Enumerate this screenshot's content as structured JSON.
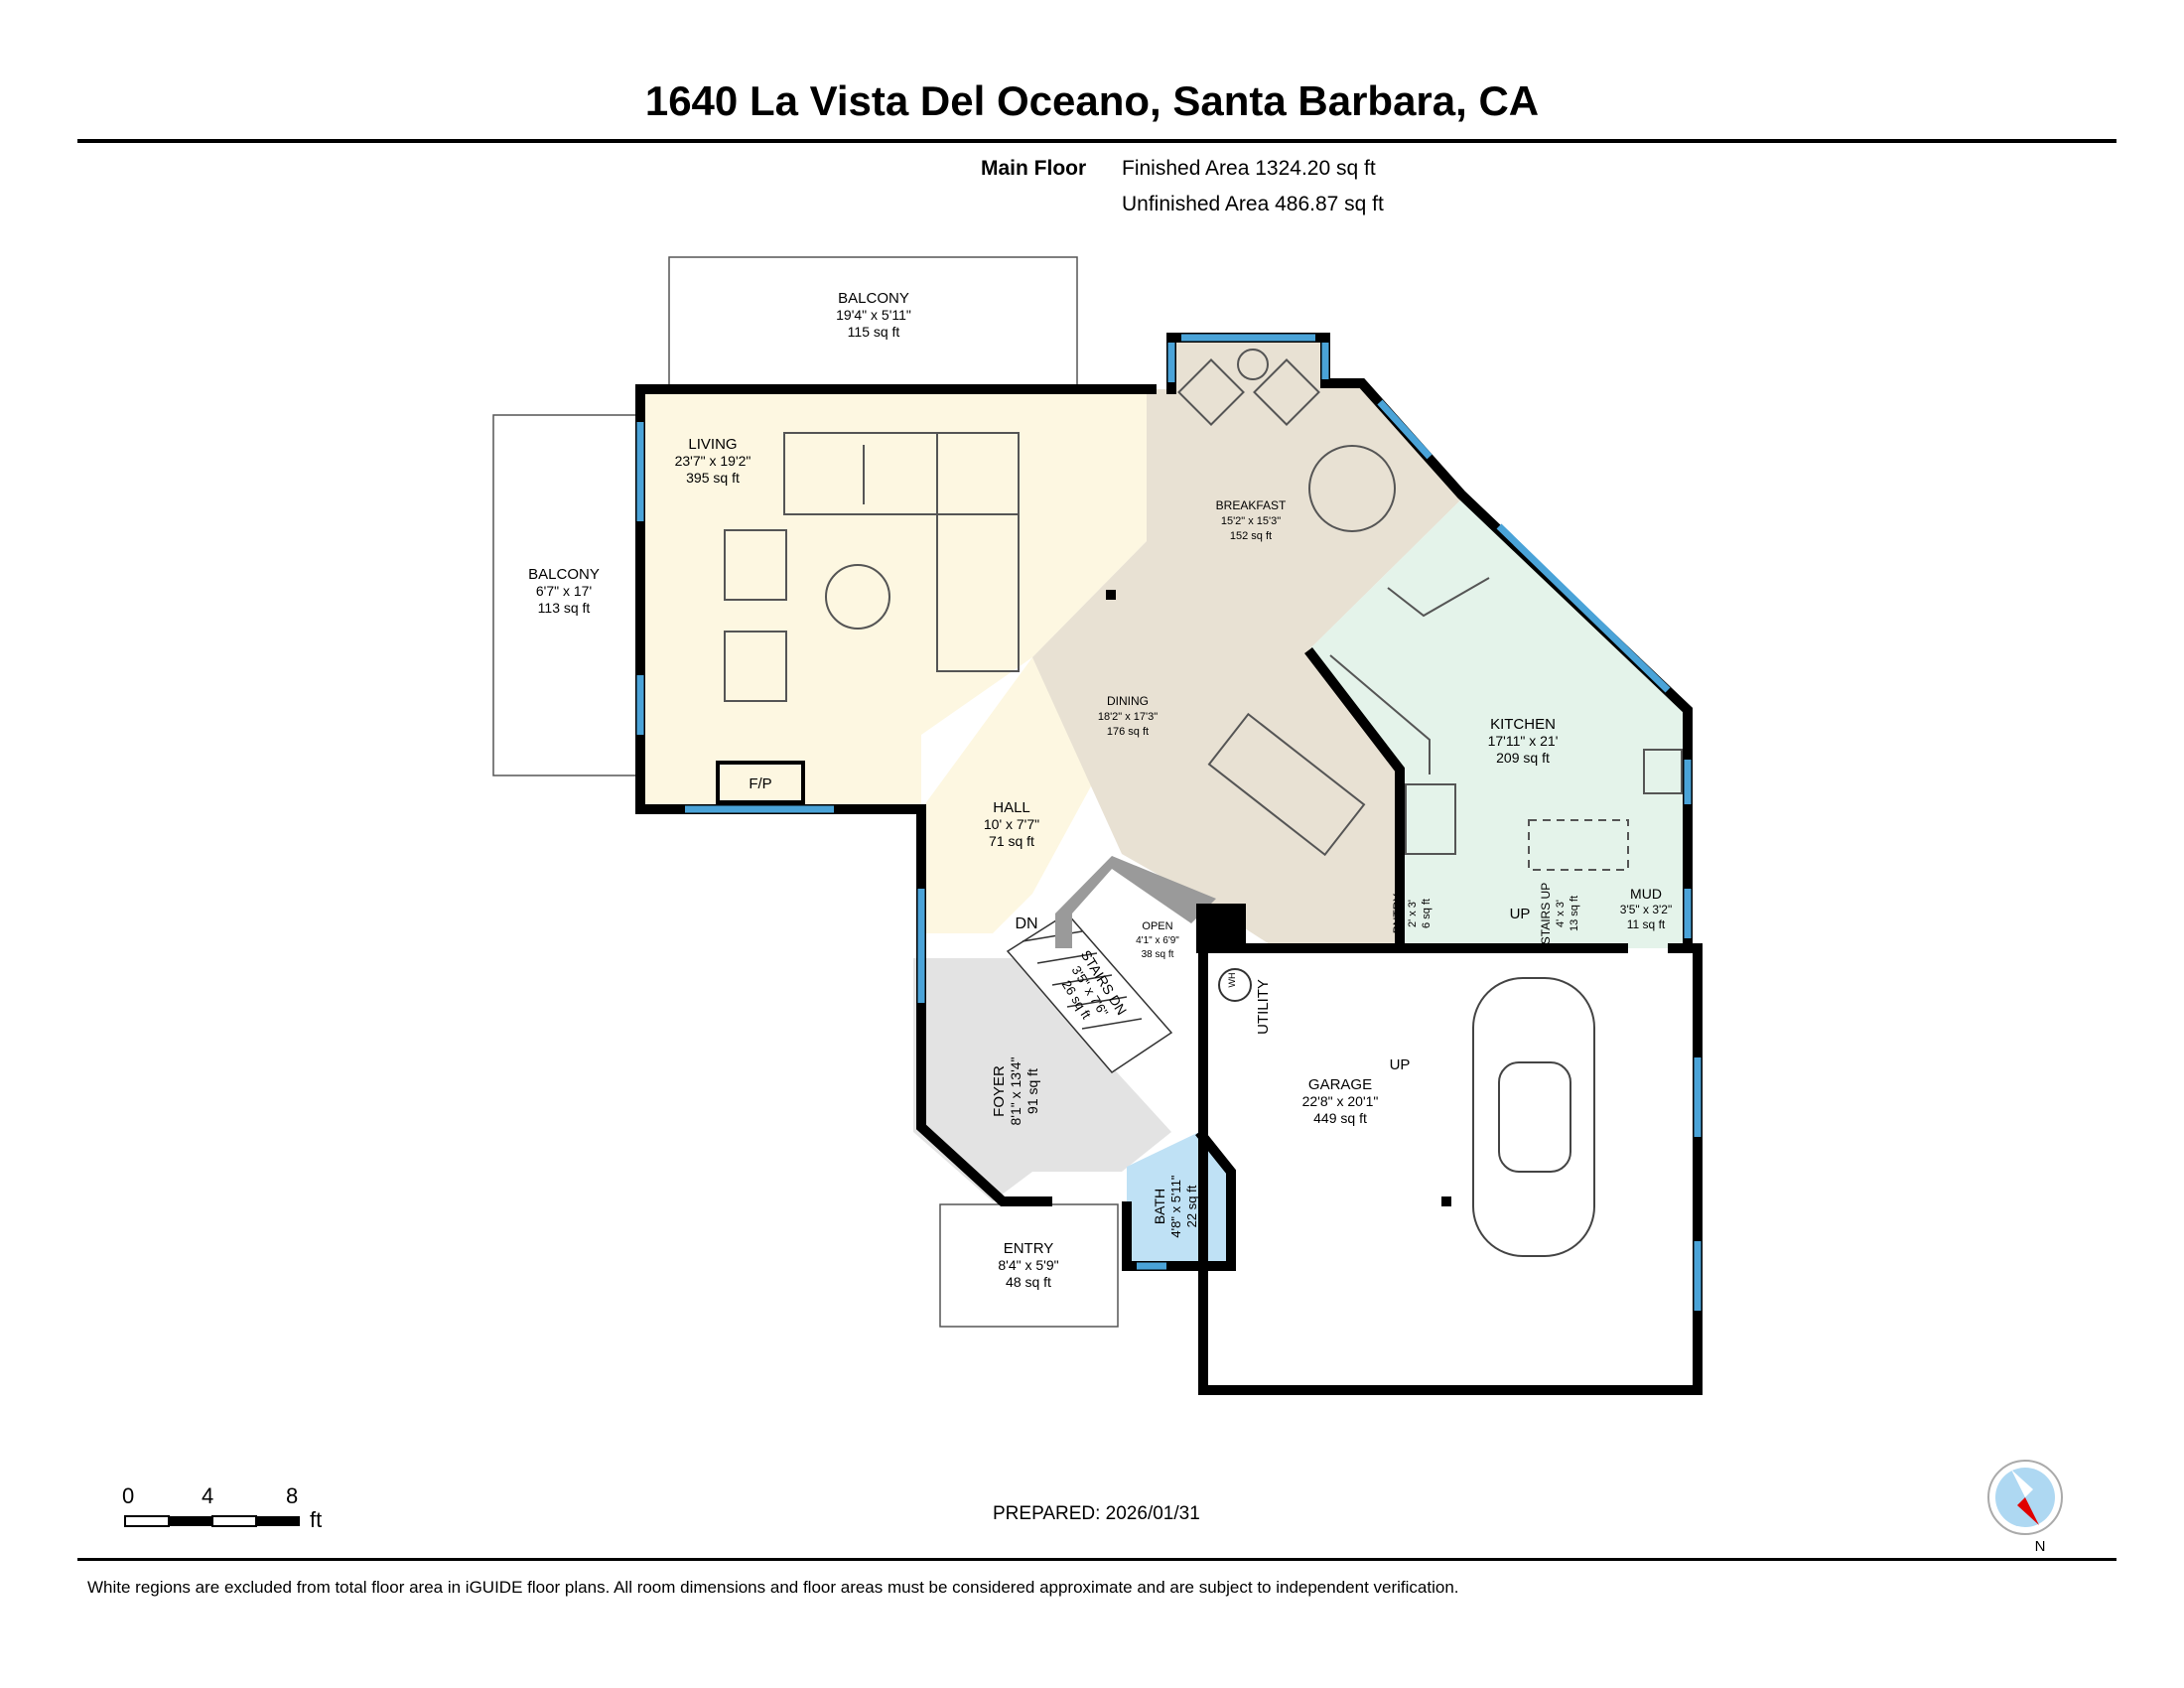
{
  "header": {
    "title": "1640 La Vista Del Oceano, Santa Barbara, CA",
    "floor_name": "Main Floor",
    "finished_area": "Finished Area 1324.20 sq ft",
    "unfinished_area": "Unfinished Area 486.87 sq ft"
  },
  "rooms": {
    "balcony_top": {
      "name": "BALCONY",
      "dims": "19'4\" x 5'11\"",
      "area": "115 sq ft"
    },
    "balcony_left": {
      "name": "BALCONY",
      "dims": "6'7\" x 17'",
      "area": "113 sq ft"
    },
    "living": {
      "name": "LIVING",
      "dims": "23'7\" x 19'2\"",
      "area": "395 sq ft"
    },
    "breakfast": {
      "name": "BREAKFAST",
      "dims": "15'2\" x 15'3\"",
      "area": "152 sq ft"
    },
    "dining": {
      "name": "DINING",
      "dims": "18'2\" x 17'3\"",
      "area": "176 sq ft"
    },
    "kitchen": {
      "name": "KITCHEN",
      "dims": "17'11\" x 21'",
      "area": "209 sq ft"
    },
    "hall": {
      "name": "HALL",
      "dims": "10' x 7'7\"",
      "area": "71 sq ft"
    },
    "open": {
      "name": "OPEN",
      "dims": "4'1\" x 6'9\"",
      "area": "38 sq ft"
    },
    "stairs_dn": {
      "name": "STAIRS DN",
      "dims": "3'5\" x 7'6\"",
      "area": "26 sq ft"
    },
    "foyer": {
      "name": "FOYER",
      "dims": "8'1\" x 13'4\"",
      "area": "91 sq ft"
    },
    "entry": {
      "name": "ENTRY",
      "dims": "8'4\" x 5'9\"",
      "area": "48 sq ft"
    },
    "bath": {
      "name": "BATH",
      "dims": "4'8\" x 5'11\"",
      "area": "22 sq ft"
    },
    "garage": {
      "name": "GARAGE",
      "dims": "22'8\" x 20'1\"",
      "area": "449 sq ft"
    },
    "pntry": {
      "name": "PNTRY",
      "dims": "2' x 3'",
      "area": "6 sq ft"
    },
    "stairs_up": {
      "name": "STAIRS UP",
      "dims": "4' x 3'",
      "area": "13 sq ft"
    },
    "mud": {
      "name": "MUD",
      "dims": "3'5\" x 3'2\"",
      "area": "11 sq ft"
    }
  },
  "fixtures": {
    "fireplace": "F/P",
    "utility": "UTILITY",
    "water_heater": "WH",
    "dn_label": "DN",
    "up_kitchen": "UP",
    "up_garage": "UP"
  },
  "scale": {
    "ticks": [
      "0",
      "4",
      "8"
    ],
    "unit": "ft"
  },
  "compass": {
    "label": "N"
  },
  "footer": {
    "prepared": "PREPARED: 2026/01/31",
    "disclaimer": "White regions are excluded from total floor area in iGUIDE floor plans. All room dimensions and floor areas must be considered approximate and are subject to independent verification."
  },
  "colors": {
    "wall": "#000000",
    "window": "#4aa3d8",
    "living_fill": "#fdf7e1",
    "breakfast_fill": "#e8e1d3",
    "kitchen_fill": "#e4f3ea",
    "foyer_fill": "#e3e3e3",
    "bath_fill": "#bfe1f5",
    "compass_fill": "#aed8f2",
    "compass_needle": "#e00000"
  }
}
